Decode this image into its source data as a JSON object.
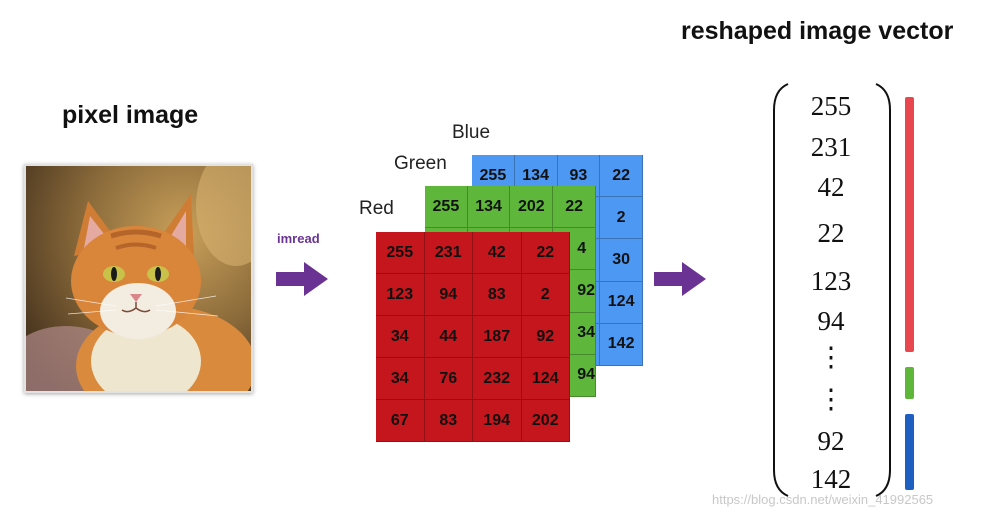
{
  "pixel_title": "pixel image",
  "vector_title": "reshaped image vector",
  "arrow_label": "imread",
  "layers": {
    "blue_label": "Blue",
    "green_label": "Green",
    "red_label": "Red"
  },
  "red_grid": [
    [
      "255",
      "231",
      "42",
      "22"
    ],
    [
      "123",
      "94",
      "83",
      "2"
    ],
    [
      "34",
      "44",
      "187",
      "92"
    ],
    [
      "34",
      "76",
      "232",
      "124"
    ],
    [
      "67",
      "83",
      "194",
      "202"
    ]
  ],
  "green_visible": [
    "255",
    "134",
    "202",
    "22",
    "4",
    "92",
    "34",
    "94"
  ],
  "blue_visible": [
    "255",
    "134",
    "93",
    "22",
    "2",
    "30",
    "124",
    "142"
  ],
  "vector": [
    "255",
    "231",
    "42",
    "22",
    "123",
    "94",
    "⋮",
    "⋮",
    "92",
    "142"
  ],
  "watermark": "https://blog.csdn.net/weixin_41992565",
  "colors": {
    "red": "#c4161c",
    "green": "#5eb73b",
    "blue": "#4d98f2",
    "arrow": "#6a3393"
  },
  "icons": {
    "arrow": "right-arrow-icon",
    "photo": "cat-photo"
  }
}
